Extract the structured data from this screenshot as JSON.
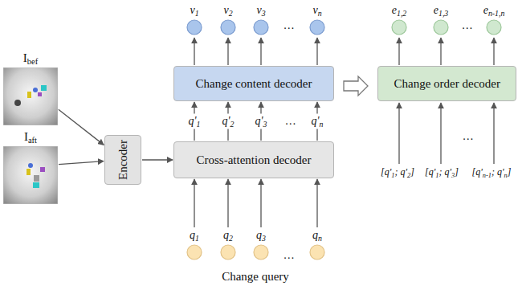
{
  "diagram": {
    "nodes": [
      {
        "text": [
          "v1"
        ]
      },
      {
        "text": [
          "v2"
        ]
      },
      {
        "text": [
          "v3"
        ]
      },
      {
        "text": [
          "vn"
        ]
      },
      {
        "text": [
          "e1,2"
        ]
      },
      {
        "text": [
          "e1,3"
        ]
      },
      {
        "text": [
          "en-1,n"
        ]
      },
      {
        "text": [
          "Ibef"
        ]
      },
      {
        "text": [
          "Change content decoder"
        ]
      },
      {
        "text": [
          "Change order decoder"
        ]
      },
      {
        "text": [
          "Iaft"
        ]
      },
      {
        "text": [
          "Encoder"
        ]
      },
      {
        "text": [
          "Cross-attention decoder"
        ]
      },
      {
        "text": [
          "q1"
        ]
      },
      {
        "text": [
          "q2"
        ]
      },
      {
        "text": [
          "q3"
        ]
      },
      {
        "text": [
          "qn"
        ]
      }
    ],
    "edges": [
      {
        "from": 7,
        "to": 11,
        "arrow": "to"
      },
      {
        "from": 10,
        "to": 11,
        "arrow": "to"
      },
      {
        "from": 11,
        "to": 12,
        "arrow": "to"
      },
      {
        "from": 12,
        "to": 8,
        "arrow": "to",
        "label": "q'1"
      },
      {
        "from": 12,
        "to": 8,
        "arrow": "to",
        "label": "q'2"
      },
      {
        "from": 12,
        "to": 8,
        "arrow": "to",
        "label": "q'3"
      },
      {
        "from": 12,
        "to": 8,
        "arrow": "to",
        "label": "q'n"
      },
      {
        "from": 8,
        "to": 0,
        "arrow": "to"
      },
      {
        "from": 8,
        "to": 1,
        "arrow": "to"
      },
      {
        "from": 8,
        "to": 2,
        "arrow": "to"
      },
      {
        "from": 8,
        "to": 3,
        "arrow": "to"
      },
      {
        "from": 9,
        "to": 4,
        "arrow": "to"
      },
      {
        "from": 9,
        "to": 5,
        "arrow": "to"
      },
      {
        "from": 9,
        "to": 6,
        "arrow": "to"
      },
      {
        "from": 13,
        "to": 12,
        "arrow": "to"
      },
      {
        "from": 14,
        "to": 12,
        "arrow": "to"
      },
      {
        "from": 15,
        "to": 12,
        "arrow": "to"
      },
      {
        "from": 16,
        "to": 12,
        "arrow": "to"
      }
    ],
    "labels": [
      "…",
      "…",
      "…",
      "[q'1; q'2]",
      "[q'1; q'3]",
      "…",
      "[q'n-1; q'n]",
      "…",
      "Change query"
    ]
  }
}
